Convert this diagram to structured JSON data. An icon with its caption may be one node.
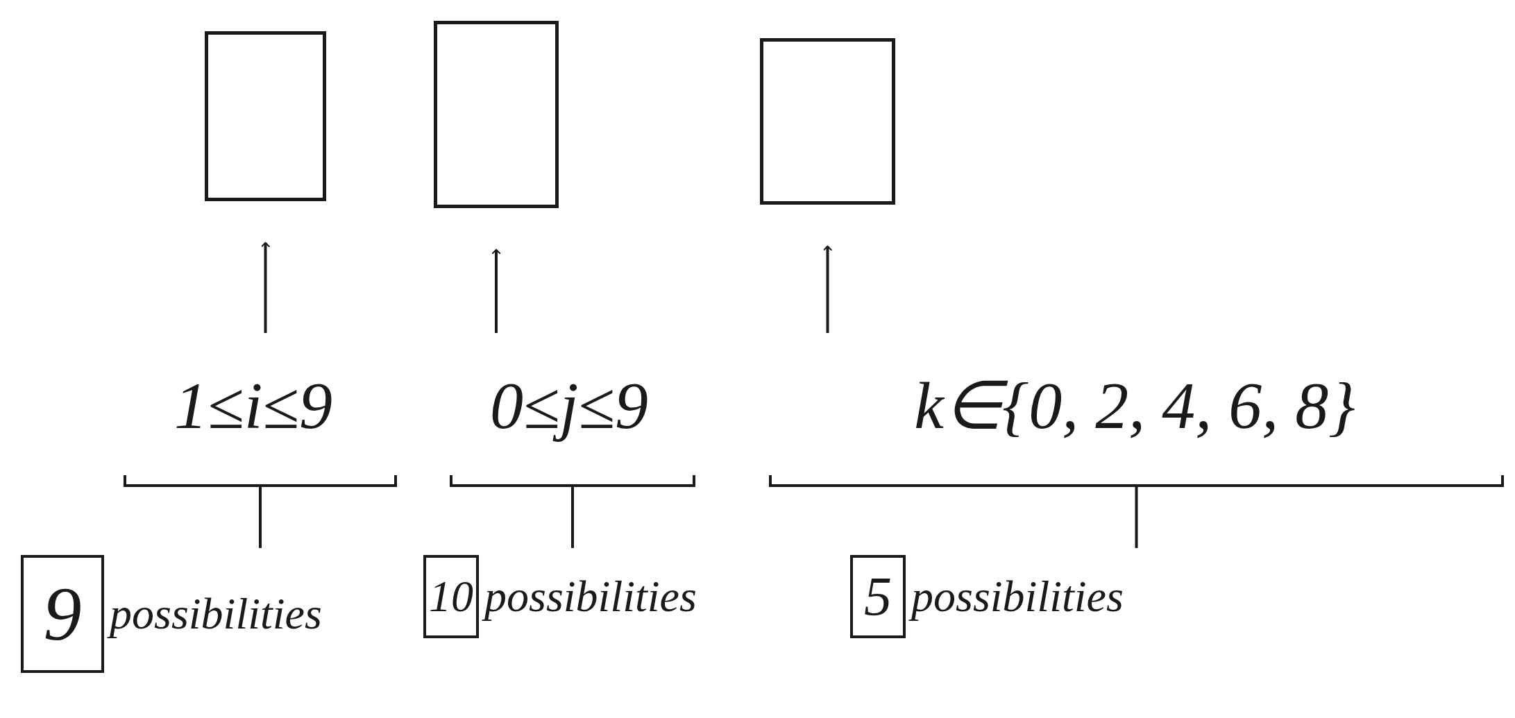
{
  "diagram": {
    "nodes": [
      {
        "text": [],
        "shape": "box"
      },
      {
        "text": [],
        "shape": "box"
      },
      {
        "text": [],
        "shape": "box"
      },
      {
        "text": [
          "1≤i≤9"
        ]
      },
      {
        "text": [
          "0≤j≤9"
        ]
      },
      {
        "text": [
          "k∈{0, 2, 4, 6, 8}"
        ]
      },
      {
        "text": [
          "9"
        ],
        "beside": [
          "possibilities"
        ]
      },
      {
        "text": [
          "10"
        ],
        "beside": [
          "possibilities"
        ]
      },
      {
        "text": [
          "5"
        ],
        "beside": [
          "possibilities"
        ]
      }
    ],
    "edges": [
      {
        "from": 3,
        "to": 0,
        "arrow": "to"
      },
      {
        "from": 4,
        "to": 1,
        "arrow": "to"
      },
      {
        "from": 5,
        "to": 2,
        "arrow": "to"
      }
    ]
  }
}
